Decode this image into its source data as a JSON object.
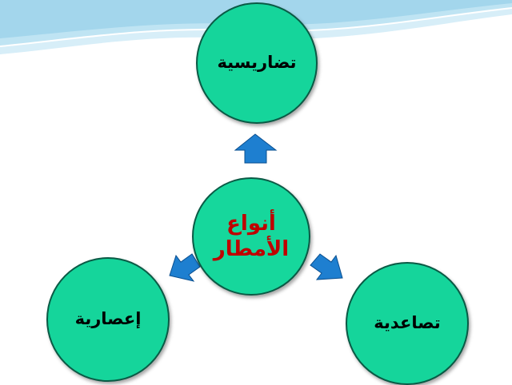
{
  "diagram": {
    "center": "أنواع\nالأمطار",
    "top": "تضاريسية",
    "left": "إعصارية",
    "right": "تصاعدية"
  },
  "colors": {
    "circle_fill": "#15d59b",
    "circle_border": "#0a5a45",
    "center_text": "#c00000",
    "arrow_fill": "#1e7fd0",
    "wave": "#a9dcef"
  }
}
